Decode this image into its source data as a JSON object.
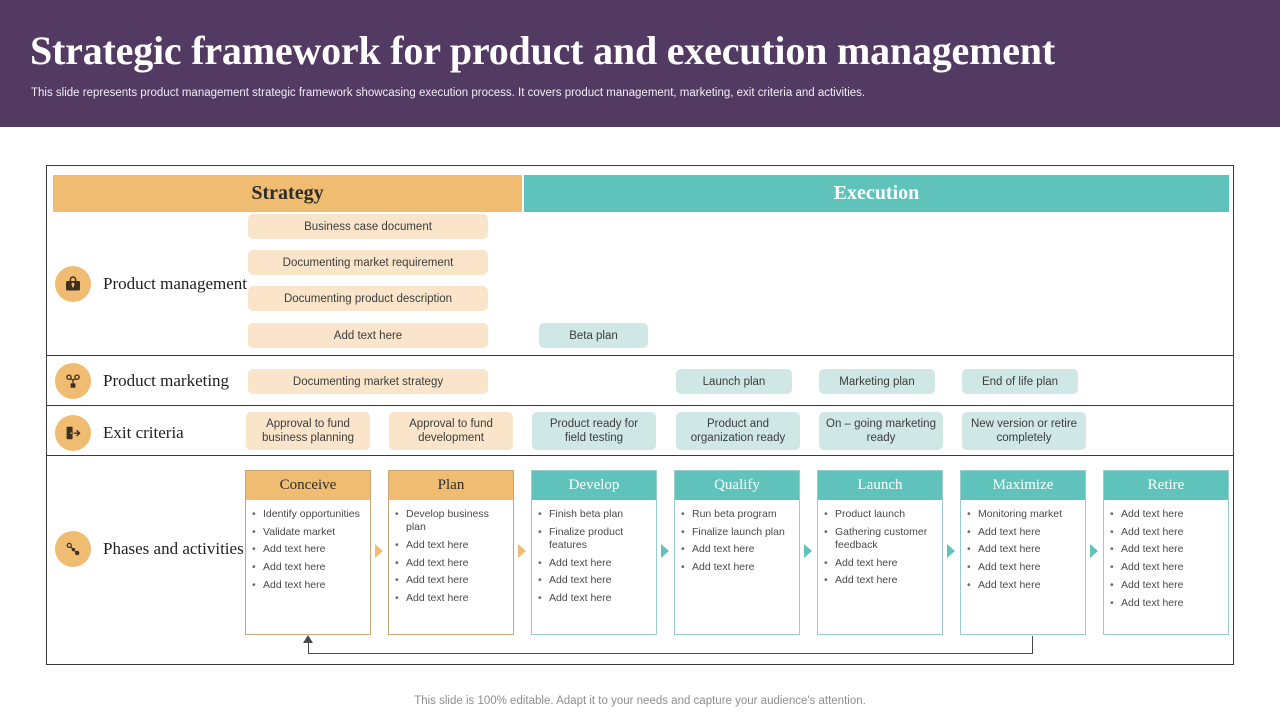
{
  "header": {
    "title": "Strategic framework for product and execution management",
    "subtitle": "This slide represents product management strategic framework showcasing execution process. It covers product management, marketing, exit criteria and activities.",
    "background_color": "#533A63"
  },
  "columns": {
    "strategy_label": "Strategy",
    "execution_label": "Execution",
    "strategy_color": "#EFBC72",
    "execution_color": "#5FC3BC"
  },
  "rows": [
    {
      "label": "Product management",
      "icon": "briefcase-lock-icon"
    },
    {
      "label": "Product marketing",
      "icon": "network-share-icon"
    },
    {
      "label": "Exit criteria",
      "icon": "door-exit-icon"
    },
    {
      "label": "Phases and activities",
      "icon": "gears-flow-icon"
    }
  ],
  "product_management": {
    "strategy_chips": [
      "Business case document",
      "Documenting  market requirement",
      "Documenting product description",
      "Add text here"
    ],
    "execution_chips": [
      "Beta plan"
    ]
  },
  "product_marketing": {
    "strategy_chips": [
      "Documenting market strategy"
    ],
    "execution_chips": [
      "Launch plan",
      "Marketing plan",
      "End of life plan"
    ]
  },
  "exit_criteria": {
    "strategy_chips": [
      "Approval to fund business planning",
      "Approval to fund development"
    ],
    "execution_chips": [
      "Product ready for field testing",
      "Product and organization ready",
      "On – going marketing ready",
      "New version or retire completely"
    ]
  },
  "phases": [
    {
      "name": "Conceive",
      "theme": "orange",
      "items": [
        "Identify opportunities",
        "Validate market",
        "Add text here",
        "Add text here",
        "Add text here"
      ]
    },
    {
      "name": "Plan",
      "theme": "orange",
      "items": [
        "Develop business plan",
        "Add text here",
        "Add text here",
        "Add text here",
        "Add text here"
      ]
    },
    {
      "name": "Develop",
      "theme": "teal",
      "items": [
        "Finish beta plan",
        "Finalize product features",
        "Add text here",
        "Add text here",
        "Add text here"
      ]
    },
    {
      "name": "Qualify",
      "theme": "teal",
      "items": [
        "Run beta program",
        "Finalize launch plan",
        "Add text here",
        "Add text here"
      ]
    },
    {
      "name": "Launch",
      "theme": "teal",
      "items": [
        "Product launch",
        "Gathering customer feedback",
        "Add text here",
        "Add text here"
      ]
    },
    {
      "name": "Maximize",
      "theme": "teal",
      "items": [
        "Monitoring market",
        "Add text here",
        "Add text here",
        "Add text here",
        "Add text here"
      ]
    },
    {
      "name": "Retire",
      "theme": "teal",
      "items": [
        "Add text here",
        "Add text here",
        "Add text here",
        "Add text here",
        "Add text here",
        "Add text here"
      ]
    }
  ],
  "bullet_glyph": "•",
  "footer": {
    "note": "This slide is 100% editable. Adapt it to your needs and capture your audience's attention."
  }
}
